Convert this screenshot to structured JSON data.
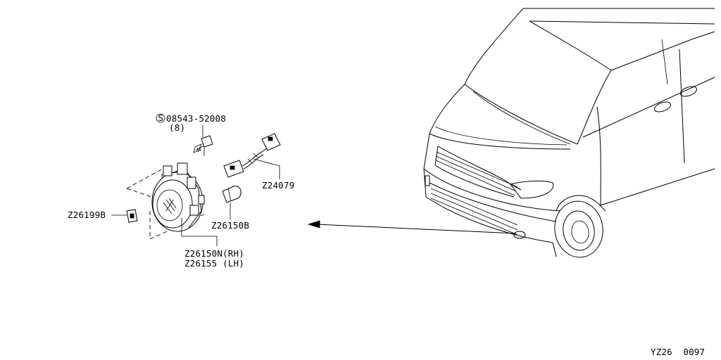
{
  "labels": {
    "bolt_part": "08543-52008",
    "bolt_qty": "(8)",
    "bolt_prefix_symbol": "S",
    "harness": "Z24079",
    "bracket": "Z26199B",
    "bulb": "Z26150B",
    "lamp_rh": "Z26150N(RH)",
    "lamp_lh": "Z26155 (LH)",
    "diagram_code": "YZ26  0097"
  },
  "icons": [
    "fog-lamp-assembly",
    "mounting-bolt",
    "bulb",
    "wiring-harness",
    "bracket",
    "vehicle-front-view",
    "leader-arrow"
  ],
  "colors": {
    "ink": "#000000",
    "paper": "#ffffff"
  }
}
